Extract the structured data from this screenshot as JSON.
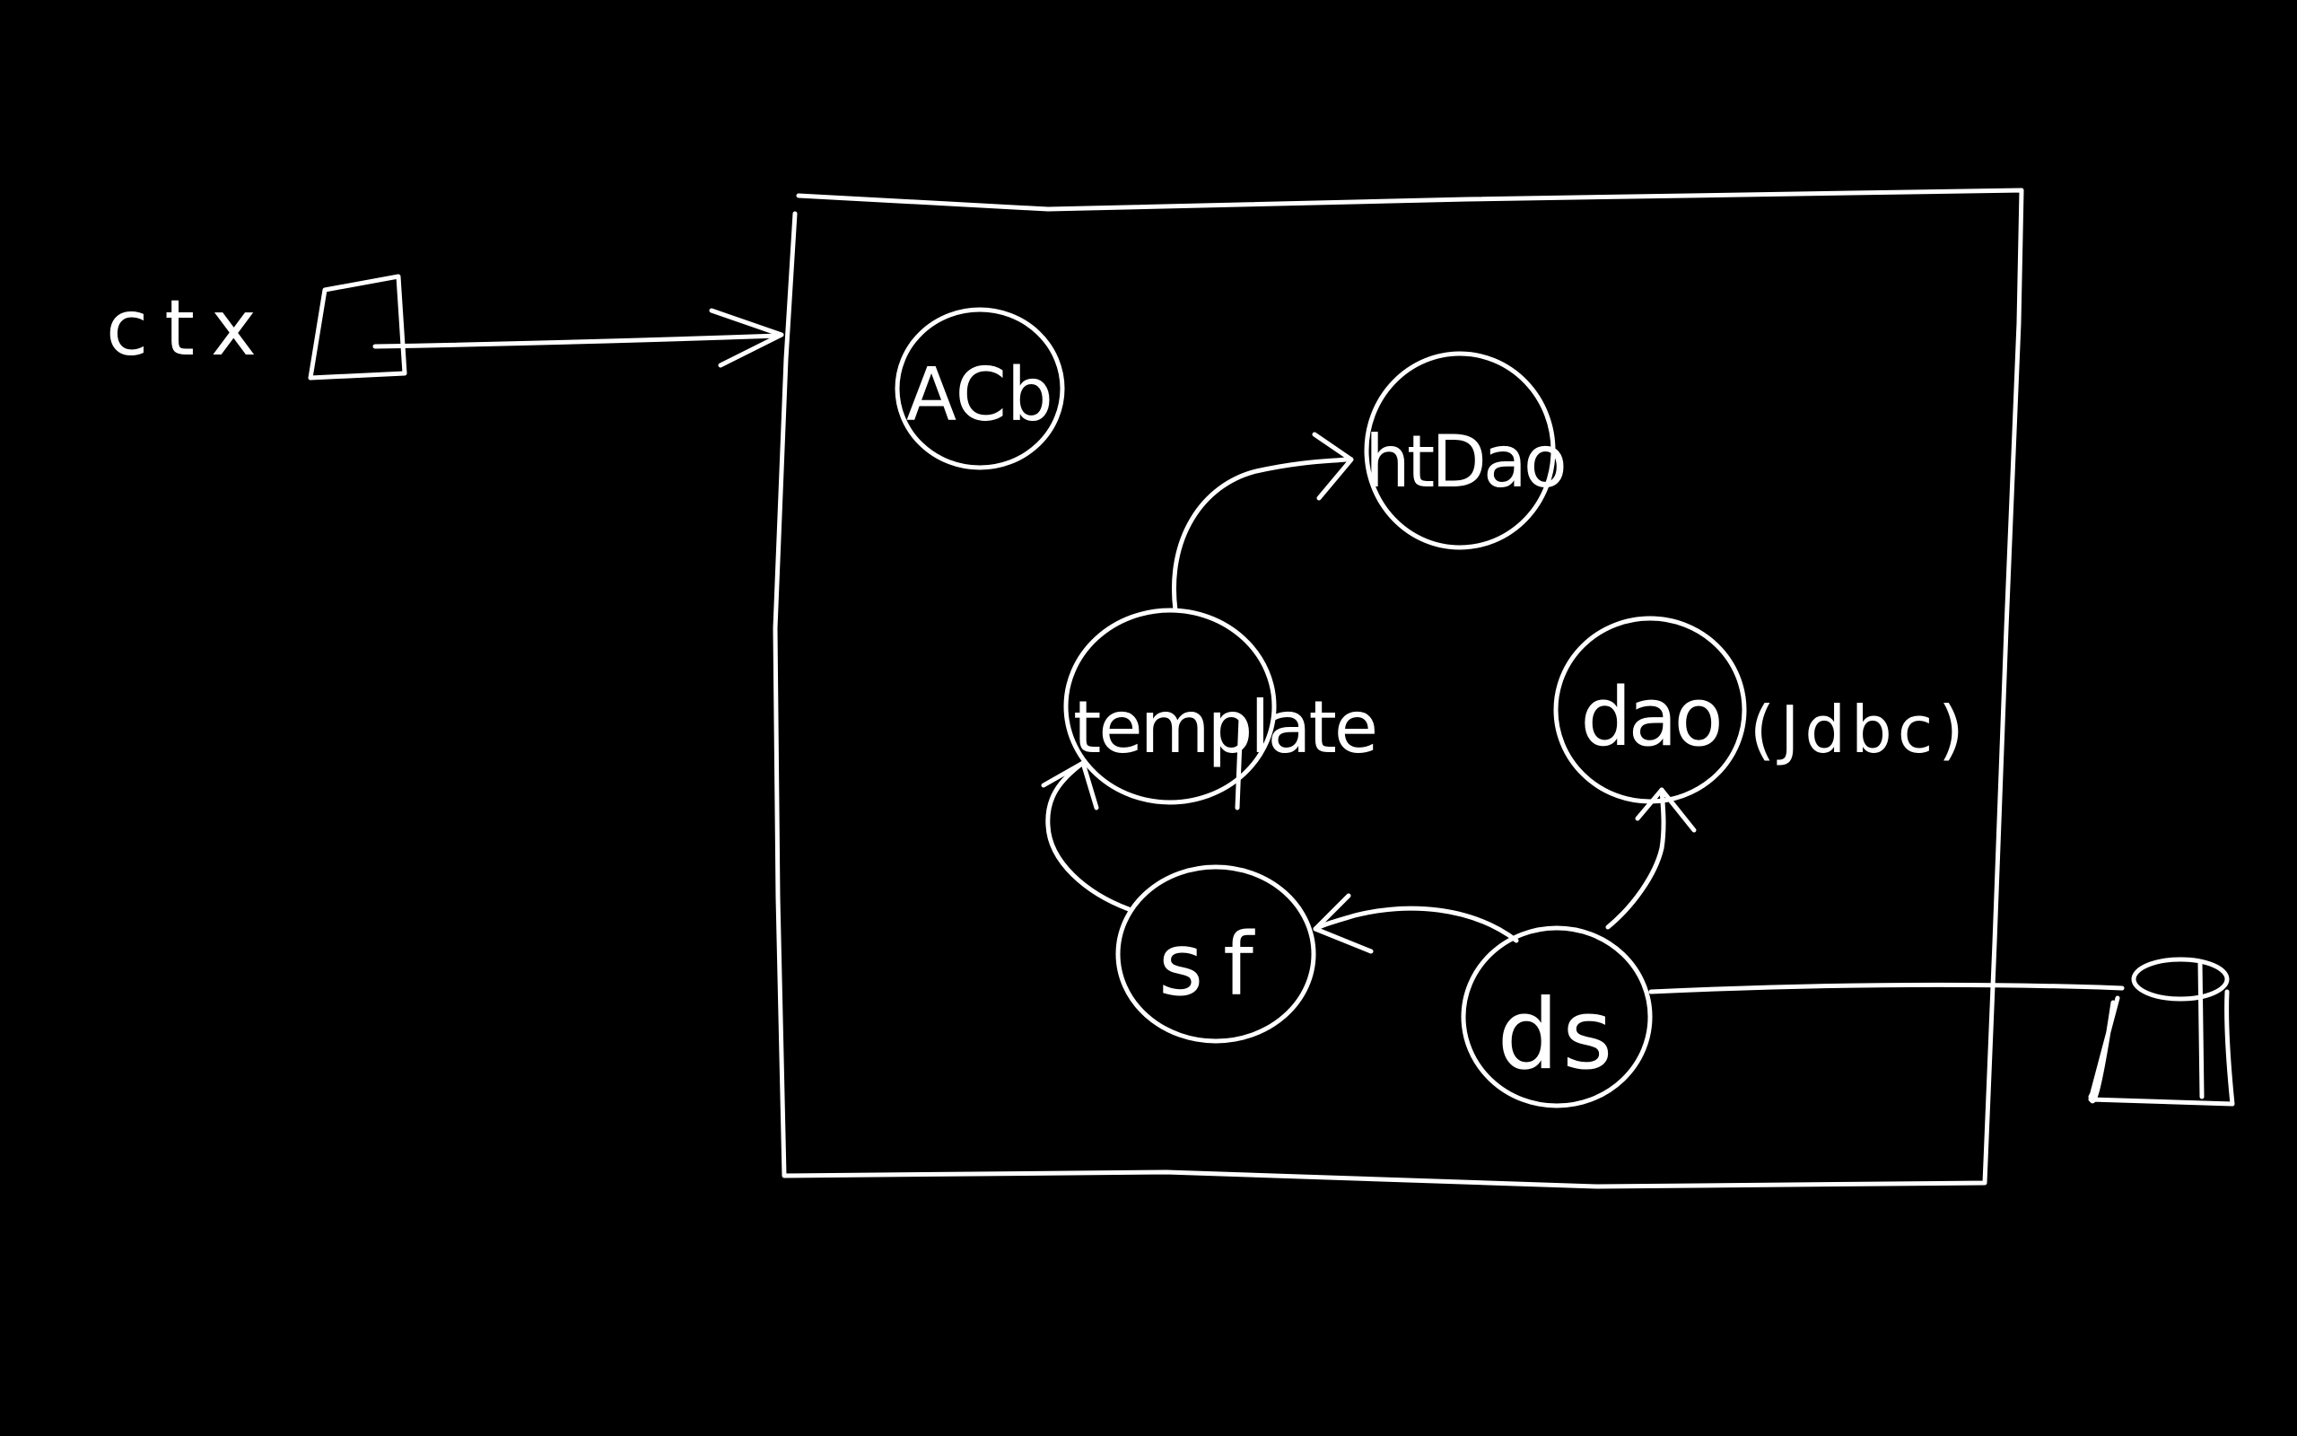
{
  "diagram": {
    "background": "#000000",
    "ink": "#ffffff",
    "labels": {
      "ctx": "ctx",
      "acb": "ACb",
      "htdao": "htDao",
      "template": "template",
      "dao": "dao",
      "jdbc": "(Jdbc)",
      "sf": "sf",
      "ds": "ds"
    }
  }
}
